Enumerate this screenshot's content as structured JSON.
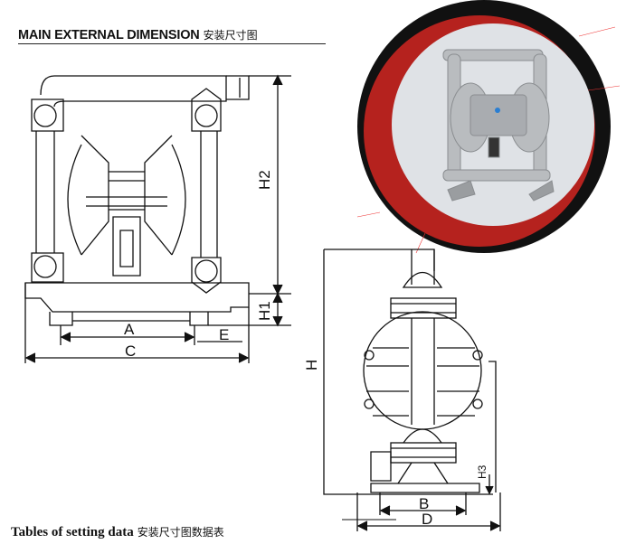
{
  "header": {
    "title_en": "MAIN EXTERNAL DIMENSION",
    "title_cn": "安装尺寸图"
  },
  "footer": {
    "title_en": "Tables of setting data",
    "title_cn": "安装尺寸图数据表"
  },
  "front_view": {
    "labels": {
      "A": "A",
      "C": "C",
      "E": "E",
      "H1": "H1",
      "H2": "H2"
    }
  },
  "side_view": {
    "labels": {
      "B": "B",
      "D": "D",
      "H": "H",
      "H3": "H3"
    }
  },
  "photo": {
    "subject": "aluminum air-operated double diaphragm pump",
    "ring_colors": [
      "#b5221e",
      "#111111"
    ],
    "bg": "#d9dde2"
  }
}
